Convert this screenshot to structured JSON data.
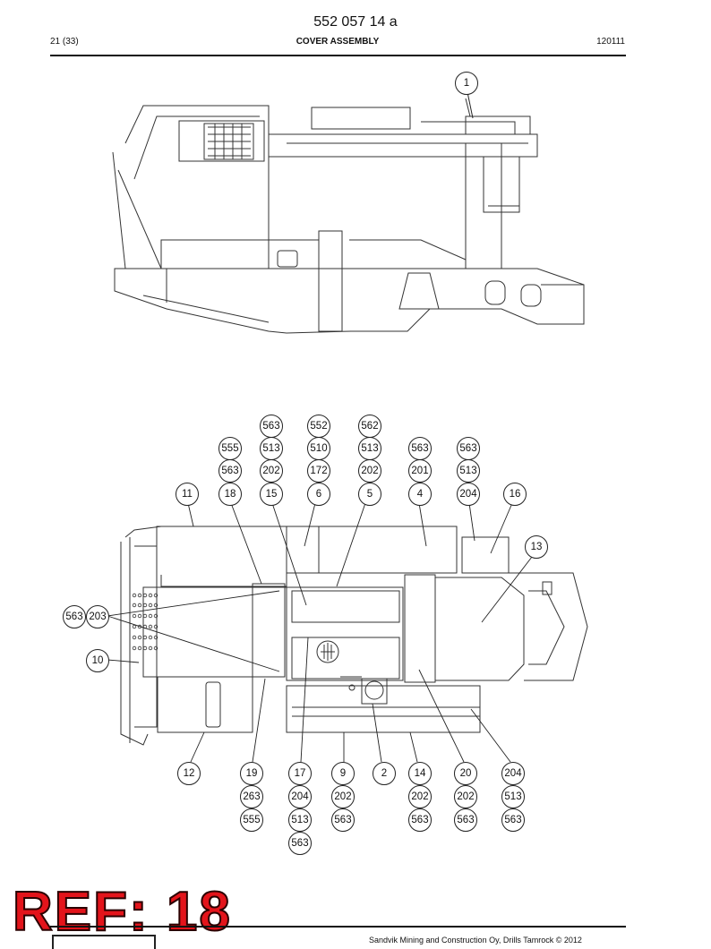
{
  "header": {
    "doc_number": "552 057 14 a",
    "page": "21 (33)",
    "title": "COVER ASSEMBLY",
    "date": "120111"
  },
  "top_view": {
    "balloons": [
      "1"
    ]
  },
  "bottom_view": {
    "balloons": {
      "c563a": "563",
      "c552": "552",
      "c562": "562",
      "c555a": "555",
      "c513a": "513",
      "c510": "510",
      "c513b": "513",
      "c563b": "563",
      "c563c": "563",
      "c563d": "563",
      "c202a": "202",
      "c172": "172",
      "c202b": "202",
      "c201": "201",
      "c513c": "513",
      "c11": "11",
      "c18": "18",
      "c15": "15",
      "c6": "6",
      "c5": "5",
      "c4": "4",
      "c204a": "204",
      "c16": "16",
      "c13": "13",
      "c563e": "563",
      "c203": "203",
      "c10": "10",
      "c12": "12",
      "c19": "19",
      "c17": "17",
      "c9": "9",
      "c2": "2",
      "c14": "14",
      "c20": "20",
      "c204b": "204",
      "c263": "263",
      "c204c": "204",
      "c202c": "202",
      "c202d": "202",
      "c202e": "202",
      "c513d": "513",
      "c555b": "555",
      "c513e": "513",
      "c563f": "563",
      "c563g": "563",
      "c563h": "563",
      "c563i": "563",
      "c563j": "563"
    }
  },
  "stamp": {
    "text": "REF: 18"
  },
  "footer": {
    "text": "Sandvik Mining and Construction Oy, Drills Tamrock © 2012"
  }
}
